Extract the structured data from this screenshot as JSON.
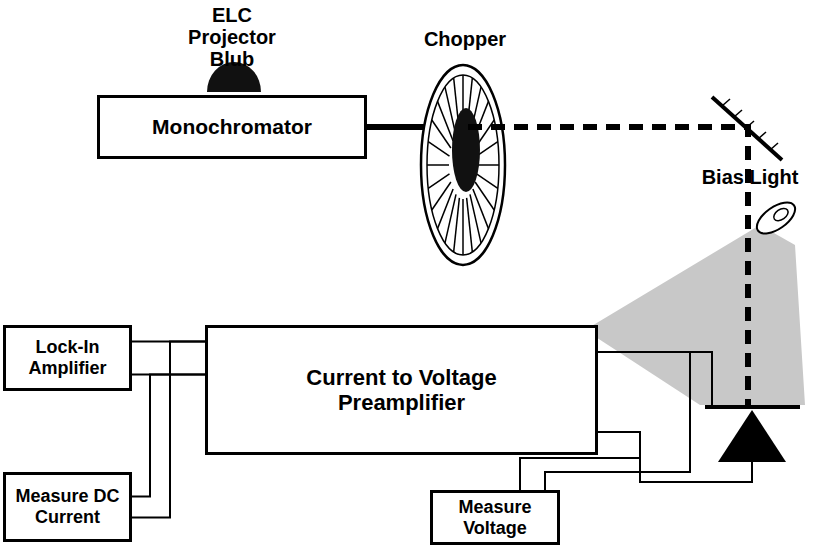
{
  "diagram": {
    "nodes": [
      {
        "text": [
          "Monochromator"
        ]
      },
      {
        "text": [
          "Lock-In Amplifier"
        ]
      },
      {
        "text": [
          "Current to Voltage Preamplifier"
        ]
      },
      {
        "text": [
          "Measure DC Current"
        ]
      },
      {
        "text": [
          "Measure Voltage"
        ]
      }
    ],
    "edges": [
      {
        "from": 1,
        "to": 2,
        "arrow": "none"
      },
      {
        "from": 3,
        "to": 2,
        "arrow": "none"
      }
    ],
    "labels": [
      "ELC Projector Blub",
      "Chopper",
      "Bias Light"
    ]
  }
}
